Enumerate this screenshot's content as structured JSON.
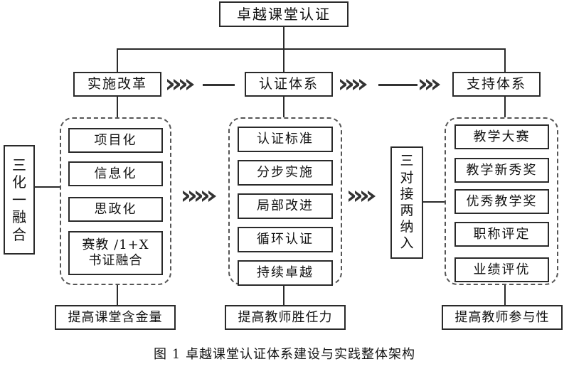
{
  "top": "卓越课堂认证",
  "pillars": {
    "left": "实施改革",
    "middle": "认证体系",
    "right": "支持体系"
  },
  "side_left": [
    "三",
    "化",
    "一",
    "融",
    "合"
  ],
  "side_middle": [
    "三",
    "对",
    "接",
    "两",
    "纳",
    "入"
  ],
  "left_items": [
    "项目化",
    "信息化",
    "思政化",
    "赛教 /1+X",
    "书证融合"
  ],
  "middle_items": [
    "认证标准",
    "分步实施",
    "局部改进",
    "循环认证",
    "持续卓越"
  ],
  "right_items": [
    "教学大赛",
    "教学新秀奖",
    "优秀教学奖",
    "职称评定",
    "业绩评优"
  ],
  "bottom": {
    "left": "提高课堂含金量",
    "middle": "提高教师胜任力",
    "right": "提高教师参与性"
  },
  "caption": "图 1  卓越课堂认证体系建设与实践整体架构"
}
